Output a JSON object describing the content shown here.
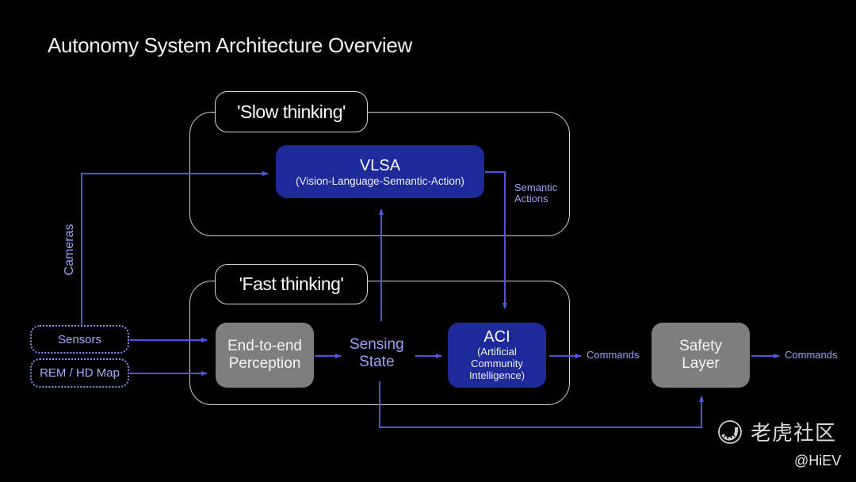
{
  "title": "Autonomy System Architecture Overview",
  "groups": {
    "slow": {
      "label": "'Slow thinking'"
    },
    "fast": {
      "label": "'Fast thinking'"
    }
  },
  "inputs": {
    "sensors": "Sensors",
    "map": "REM / HD Map",
    "cameras": "Cameras"
  },
  "nodes": {
    "vlsa": {
      "title": "VLSA",
      "subtitle": "(Vision-Language-Semantic-Action)"
    },
    "perception": {
      "line1": "End-to-end",
      "line2": "Perception"
    },
    "sensing_state": {
      "line1": "Sensing",
      "line2": "State"
    },
    "aci": {
      "title": "ACI",
      "line1": "(Artificial",
      "line2": "Community",
      "line3": "Intelligence)"
    },
    "safety": {
      "line1": "Safety",
      "line2": "Layer"
    }
  },
  "edge_labels": {
    "semantic_actions_1": "Semantic",
    "semantic_actions_2": "Actions",
    "commands_1": "Commands",
    "commands_2": "Commands"
  },
  "colors": {
    "accent_blue": "#1e2a9a",
    "wire_blue": "#4b53e0",
    "label_blue": "#9da2f3",
    "node_gray": "#7e7e7e"
  },
  "watermark": {
    "brand": "老虎社区",
    "handle": "@HiEV"
  }
}
